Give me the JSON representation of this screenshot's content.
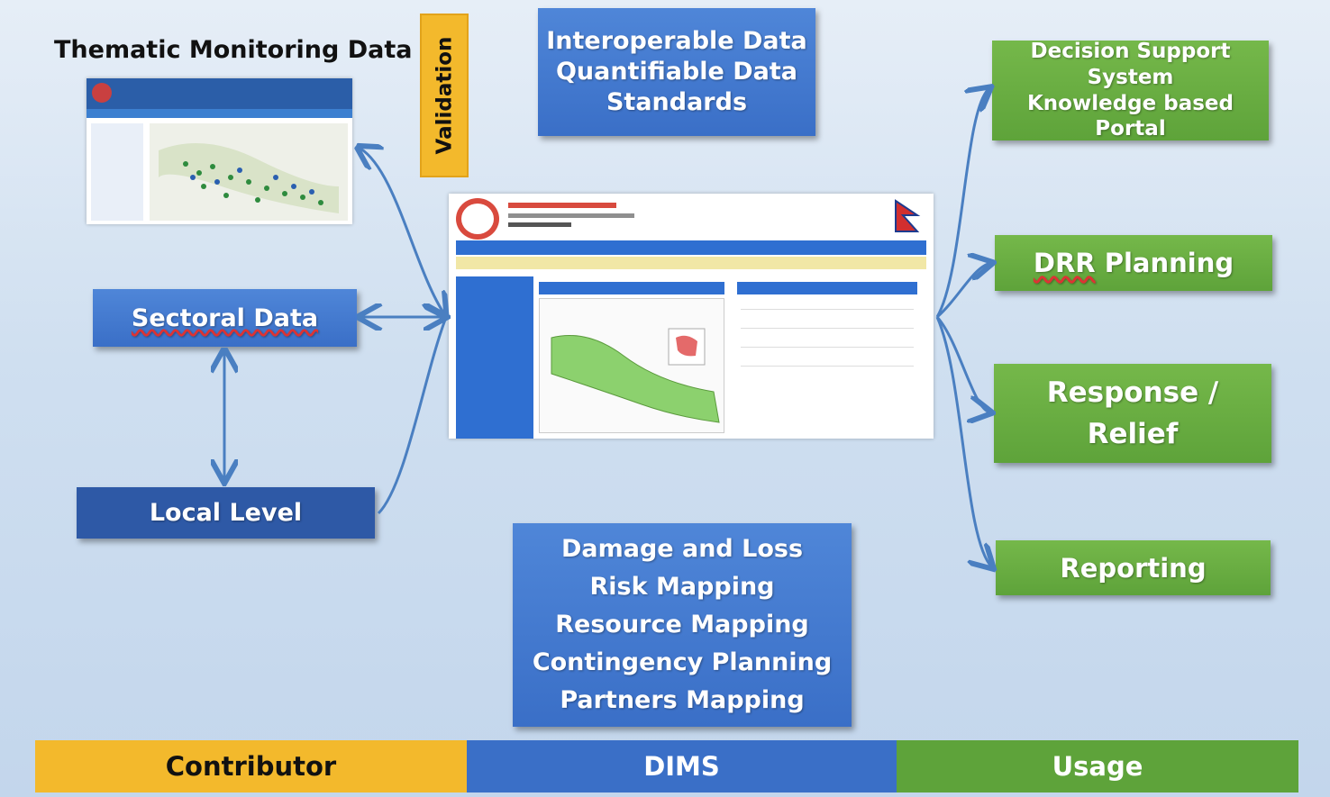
{
  "contributor": {
    "thematic_title": "Thematic Monitoring Data",
    "sectoral": "Sectoral Data",
    "local": "Local Level"
  },
  "validation_label": "Validation",
  "dims_top": [
    "Interoperable Data",
    "Quantifiable Data",
    "Standards"
  ],
  "dims_bottom": [
    "Damage and Loss",
    "Risk Mapping",
    "Resource Mapping",
    "Contingency Planning",
    "Partners Mapping"
  ],
  "usage": {
    "dss": [
      "Decision Support",
      "System",
      "Knowledge based Portal"
    ],
    "drr": "DRR Planning",
    "response": [
      "Response /",
      "Relief"
    ],
    "reporting": "Reporting"
  },
  "bottom_bar": {
    "contributor": "Contributor",
    "dims": "DIMS",
    "usage": "Usage"
  },
  "colors": {
    "blue": "#3a6fc7",
    "navy": "#2e59a6",
    "green": "#5ea33a",
    "gold": "#f3b92c",
    "arrow": "#4a7fc1"
  }
}
